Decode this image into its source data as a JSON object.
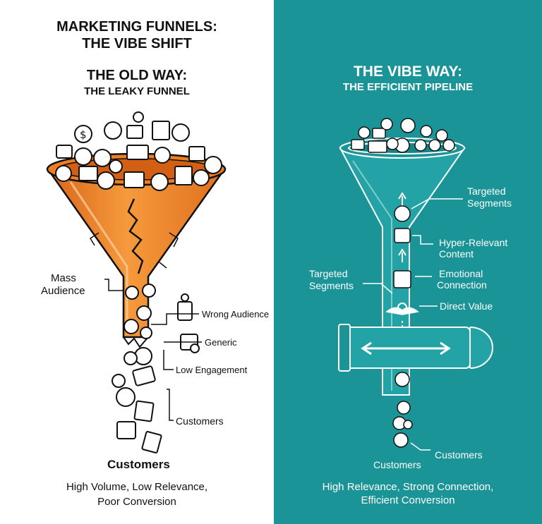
{
  "header": {
    "title_line1": "MARKETING FUNNELS:",
    "title_line2": "THE VIBE SHIFT"
  },
  "old_way": {
    "title": "THE OLD WAY:",
    "subtitle": "THE LEAKY FUNNEL",
    "labels": {
      "mass_audience_1": "Mass",
      "mass_audience_2": "Audience",
      "wrong_audience": "Wrong Audience",
      "generic": "Generic",
      "low_engagement": "Low Engagement",
      "customers_side": "Customers",
      "customers_bottom": "Customers"
    },
    "footer_line1": "High Volume, Low Relevance,",
    "footer_line2": "Poor Conversion",
    "color": "#ef7d22"
  },
  "vibe_way": {
    "title": "THE VIBE WAY:",
    "subtitle": "THE EFFICIENT PIPELINE",
    "labels": {
      "targeted_segments_top_1": "Targeted",
      "targeted_segments_top_2": "Segments",
      "hyper_relevant_1": "Hyper-Relevant",
      "hyper_relevant_2": "Content",
      "targeted_segments_left_1": "Targeted",
      "targeted_segments_left_2": "Segments",
      "emotional_1": "Emotional",
      "emotional_2": "Connection",
      "direct_value": "Direct Value",
      "customers_side": "Customers",
      "customers_bottom": "Customers"
    },
    "footer_line1": "High Relevance, Strong Connection,",
    "footer_line2": "Efficient Conversion",
    "color": "#1b9497"
  }
}
